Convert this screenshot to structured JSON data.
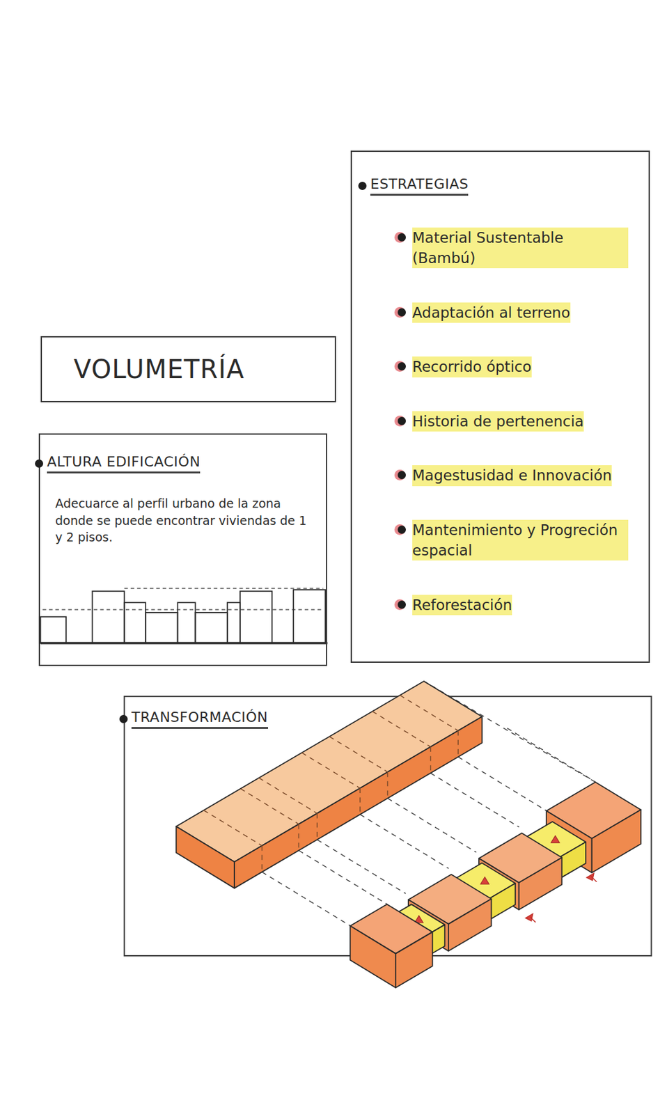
{
  "diagram": {
    "nodes": [
      {
        "text": [
          "VOLUMETRÍA"
        ]
      },
      {
        "text": [
          "ALTURA EDIFICACIÓN",
          "Adecuarce al perfil urbano de la zona donde se puede encontrar viviendas de 1 y 2 pisos."
        ]
      },
      {
        "text": [
          "ESTRATEGIAS",
          "Material Sustentable (Bambú)",
          "Adaptación al terreno",
          "Recorrido óptico",
          "Historia de pertenencia",
          "Magestusidad e Innovación",
          "Mantenimiento y Progreción espacial",
          "Reforestación"
        ]
      },
      {
        "text": [
          "TRANSFORMACIÓN"
        ]
      }
    ]
  }
}
